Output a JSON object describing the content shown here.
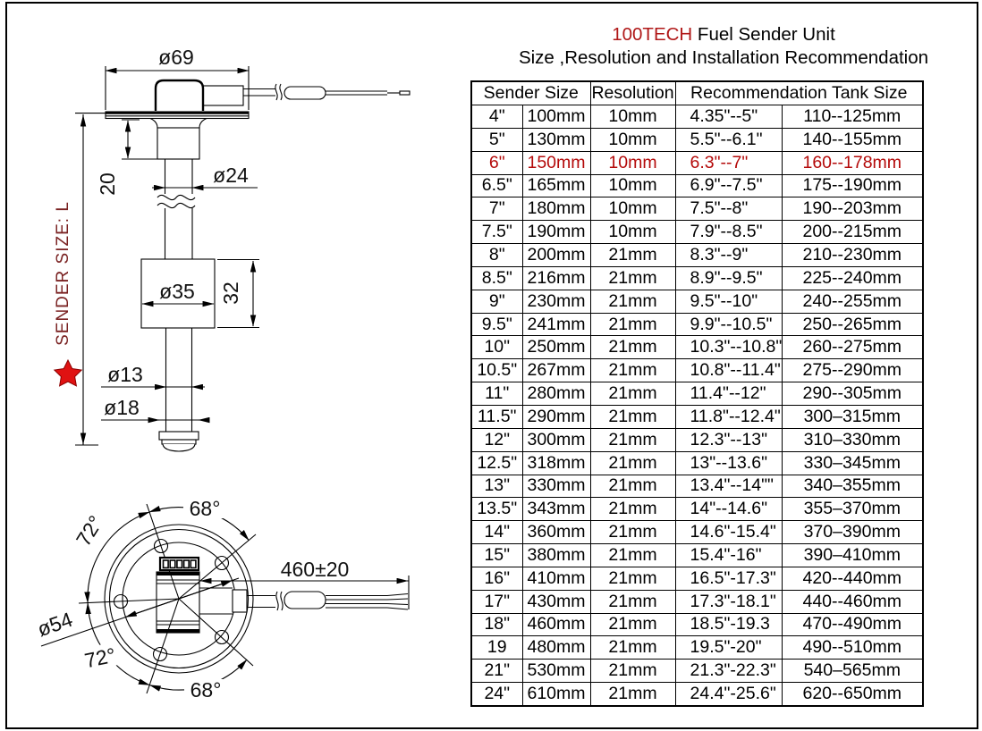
{
  "title": {
    "brand": "100TECH",
    "brand_color": "#b01818",
    "line1_rest": " Fuel Sender Unit",
    "line2": "Size ,Resolution and Installation Recommendation"
  },
  "diagram": {
    "star_color": "#e01212",
    "star_stroke": "#8a0000",
    "label_color": "#7a2222",
    "labels": {
      "flange_dia": "ø69",
      "neck_height": "20",
      "tube_dia": "ø24",
      "float_dia": "ø35",
      "float_height": "32",
      "rod_dia": "ø13",
      "tip_dia": "ø18",
      "sender_size": "SENDER SIZE: L",
      "cable_length": "460±20",
      "bolt_circle_dia": "ø54",
      "angle_top": "68°",
      "angle_top_left": "72°",
      "angle_bottom_left": "72°",
      "angle_bottom": "68°"
    }
  },
  "table": {
    "headers": {
      "sender_size": "Sender Size",
      "resolution": "Resolution",
      "tank_size": "Recommendation Tank Size"
    },
    "highlight_row": 2,
    "highlight_color": "#b40a0a",
    "rows": [
      [
        "4\"",
        "100mm",
        "10mm",
        "4.35\"--5\"",
        "110--125mm"
      ],
      [
        "5\"",
        "130mm",
        "10mm",
        "5.5\"--6.1\"",
        "140--155mm"
      ],
      [
        "6\"",
        "150mm",
        "10mm",
        "6.3\"--7\"",
        "160--178mm"
      ],
      [
        "6.5\"",
        "165mm",
        "10mm",
        "6.9\"--7.5\"",
        "175--190mm"
      ],
      [
        "7\"",
        "180mm",
        "10mm",
        "7.5\"--8\"",
        "190--203mm"
      ],
      [
        "7.5\"",
        "190mm",
        "10mm",
        "7.9\"--8.5\"",
        "200--215mm"
      ],
      [
        "8\"",
        "200mm",
        "21mm",
        "8.3\"--9\"",
        "210--230mm"
      ],
      [
        "8.5\"",
        "216mm",
        "21mm",
        "8.9\"--9.5\"",
        "225--240mm"
      ],
      [
        "9\"",
        "230mm",
        "21mm",
        "9.5\"--10\"",
        "240--255mm"
      ],
      [
        "9.5\"",
        "241mm",
        "21mm",
        "9.9\"--10.5\"",
        "250--265mm"
      ],
      [
        "10\"",
        "250mm",
        "21mm",
        "10.3\"--10.8\"",
        "260--275mm"
      ],
      [
        "10.5\"",
        "267mm",
        "21mm",
        "10.8\"--11.4\"",
        "275--290mm"
      ],
      [
        "11\"",
        "280mm",
        "21mm",
        "11.4\"--12\"",
        "290--305mm"
      ],
      [
        "11.5\"",
        "290mm",
        "21mm",
        "11.8\"--12.4\"",
        "300–315mm"
      ],
      [
        "12\"",
        "300mm",
        "21mm",
        "12.3\"--13\"",
        "310–330mm"
      ],
      [
        "12.5\"",
        "318mm",
        "21mm",
        "13\"--13.6\"",
        "330–345mm"
      ],
      [
        "13\"",
        "330mm",
        "21mm",
        "13.4\"--14\"\"",
        "340–355mm"
      ],
      [
        "13.5\"",
        "343mm",
        "21mm",
        "14\"--14.6\"",
        "355–370mm"
      ],
      [
        "14\"",
        "360mm",
        "21mm",
        "14.6\"-15.4\"",
        "370–390mm"
      ],
      [
        "15\"",
        "380mm",
        "21mm",
        "15.4\"-16\"",
        "390–410mm"
      ],
      [
        "16\"",
        "410mm",
        "21mm",
        "16.5\"-17.3\"",
        "420--440mm"
      ],
      [
        "17\"",
        "430mm",
        "21mm",
        "17.3\"-18.1\"",
        "440--460mm"
      ],
      [
        "18\"",
        "460mm",
        "21mm",
        "18.5\"-19.3",
        "470--490mm"
      ],
      [
        "19",
        "480mm",
        "21mm",
        "19.5\"-20\"",
        "490--510mm"
      ],
      [
        "21\"",
        "530mm",
        "21mm",
        "21.3\"-22.3\"",
        "540–565mm"
      ],
      [
        "24\"",
        "610mm",
        "21mm",
        "24.4\"-25.6\"",
        "620--650mm"
      ]
    ]
  }
}
